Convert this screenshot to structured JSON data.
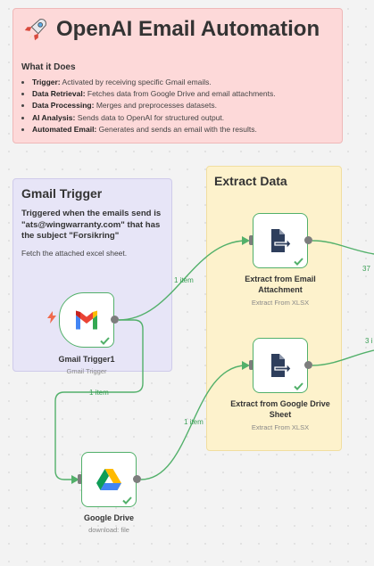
{
  "note_top": {
    "title": "OpenAI Email Automation",
    "section_heading": "What it Does",
    "bullets": [
      {
        "label": "Trigger:",
        "text": " Activated by receiving specific Gmail emails."
      },
      {
        "label": "Data Retrieval:",
        "text": " Fetches data from Google Drive and email attachments."
      },
      {
        "label": "Data Processing:",
        "text": " Merges and preprocesses datasets."
      },
      {
        "label": "AI Analysis:",
        "text": " Sends data to OpenAI for structured output."
      },
      {
        "label": "Automated Email:",
        "text": " Generates and sends an email with the results."
      }
    ]
  },
  "note_trigger": {
    "title": "Gmail Trigger",
    "description": "Triggered when the emails send is \"ats@wingwarranty.com\" that has the subject \"Forsikring\"",
    "subtext": "Fetch the attached excel sheet."
  },
  "note_extract": {
    "title": "Extract Data"
  },
  "nodes": {
    "gmail": {
      "name": "Gmail Trigger1",
      "subtitle": "Gmail Trigger"
    },
    "extract_email": {
      "name": "Extract from Email Attachment",
      "subtitle": "Extract From XLSX"
    },
    "extract_drive": {
      "name": "Extract from Google Drive Sheet",
      "subtitle": "Extract From XLSX"
    },
    "google_drive": {
      "name": "Google Drive",
      "subtitle": "download: file"
    }
  },
  "edges": {
    "gmail_to_extract": "1 item",
    "gmail_to_drive": "1 item",
    "drive_to_extract": "1 item",
    "email_out": "37",
    "drive_out": "3 i"
  },
  "colors": {
    "success_green": "#52b06a",
    "edge_green": "#3a9e55",
    "top_note": "#fdd9d9",
    "trigger_note": "#e7e5f7",
    "extract_note": "#fdf2cc"
  },
  "icons": {
    "title": "rocket-icon",
    "trigger_bolt": "lightning-icon",
    "gmail": "gmail-logo-icon",
    "extract": "file-export-icon",
    "drive": "google-drive-logo-icon",
    "status": "checkmark-icon"
  }
}
